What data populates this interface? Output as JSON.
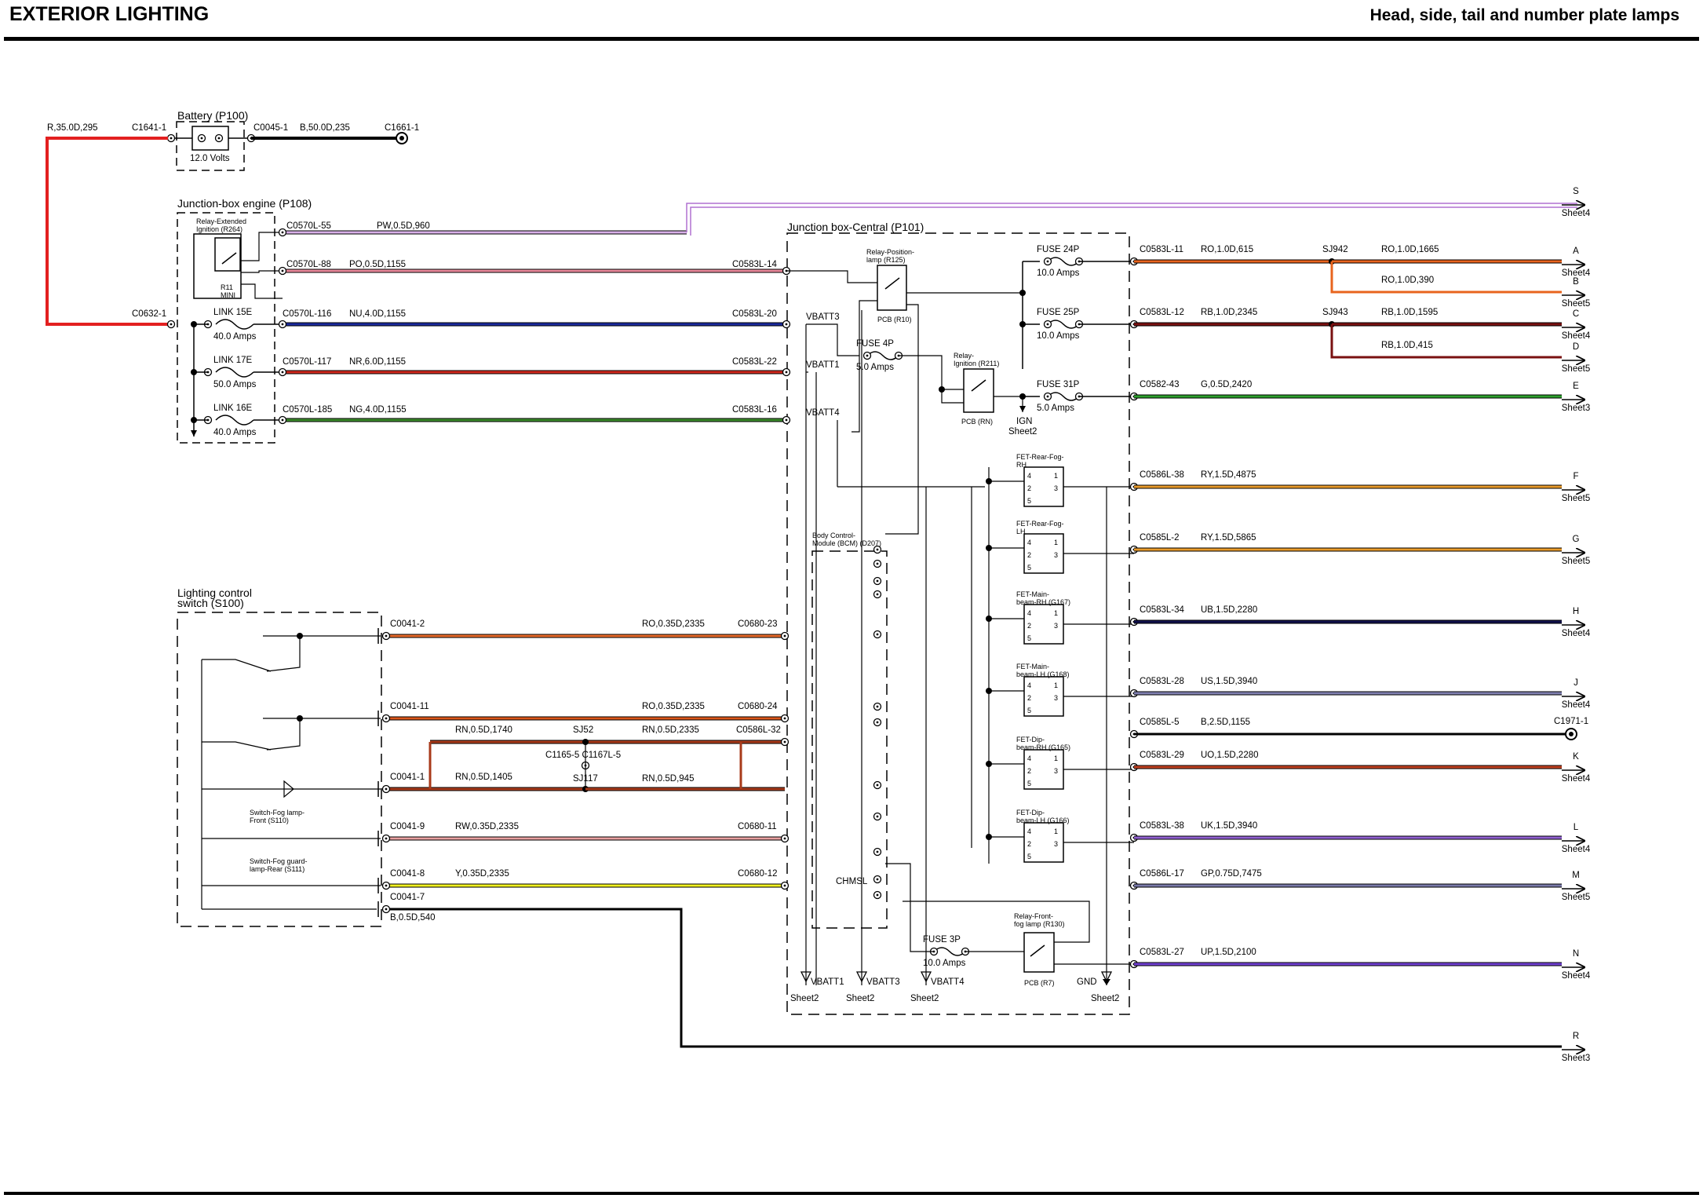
{
  "header": {
    "title": "EXTERIOR LIGHTING",
    "subtitle": "Head, side, tail and number plate lamps"
  },
  "battery": {
    "label": "Battery (P100)",
    "volts": "12.0 Volts",
    "conn_left": "C1641-1",
    "conn_right": "C0045-1",
    "wire_left": "R,35.0D,295",
    "wire_right": "B,50.0D,235",
    "ground": "C1661-1"
  },
  "jbe": {
    "label": "Junction-box engine (P108)",
    "relay": "Relay-Extended\nIgnition (R264)",
    "relay_sub": "R11\nMINI",
    "main_conn": "C0632-1",
    "links": [
      {
        "name": "LINK 15E",
        "amps": "40.0 Amps",
        "conn": "C0570L-116",
        "wire": "NU,4.0D,1155",
        "end": "C0583L-20",
        "vb": "VBATT3"
      },
      {
        "name": "LINK 17E",
        "amps": "50.0 Amps",
        "conn": "C0570L-117",
        "wire": "NR,6.0D,1155",
        "end": "C0583L-22",
        "vb": "VBATT1"
      },
      {
        "name": "LINK 16E",
        "amps": "40.0 Amps",
        "conn": "C0570L-185",
        "wire": "NG,4.0D,1155",
        "end": "C0583L-16",
        "vb": "VBATT4"
      }
    ],
    "c55": "C0570L-55",
    "w55": "PW,0.5D,960",
    "c88": "C0570L-88",
    "w88": "PO,0.5D,1155",
    "e88": "C0583L-14"
  },
  "jbc": {
    "label": "Junction box-Central (P101)",
    "relay_pos": "Relay-Position-\nlamp (R125)",
    "pcb_r10": "PCB (R10)",
    "relay_ign": "Relay-\nIgnition (R211)",
    "pcb_rn": "PCB (RN)",
    "relay_front_fog": "Relay-Front-\nfog lamp (R130)",
    "pcb_r7": "PCB (R7)",
    "fuse24": {
      "name": "FUSE 24P",
      "amps": "10.0 Amps"
    },
    "fuse25": {
      "name": "FUSE 25P",
      "amps": "10.0 Amps"
    },
    "fuse4": {
      "name": "FUSE 4P",
      "amps": "5.0 Amps"
    },
    "fuse31": {
      "name": "FUSE 31P",
      "amps": "5.0 Amps"
    },
    "fuse3": {
      "name": "FUSE 3P",
      "amps": "10.0 Amps"
    },
    "ign": "IGN",
    "ign_sheet": "Sheet2",
    "bcm": "Body Control-\nModule (BCM) (D207)",
    "chmsl": "CHMSL",
    "fets": [
      "FET-Rear-Fog-\nRH",
      "FET-Rear-Fog-\nLH",
      "FET-Main-\nbeam-RH (G167)",
      "FET-Main-\nbeam-LH (G168)",
      "FET-Dip-\nbeam-RH (G165)",
      "FET-Dip-\nbeam-LH (G166)"
    ],
    "bottom": [
      {
        "label": "VBATT1",
        "sheet": "Sheet2"
      },
      {
        "label": "VBATT3",
        "sheet": "Sheet2"
      },
      {
        "label": "VBATT4",
        "sheet": "Sheet2"
      },
      {
        "label": "GND",
        "sheet": "Sheet2"
      }
    ]
  },
  "outputs": [
    {
      "conn": "C0583L-11",
      "wire": "RO,1.0D,615",
      "splice": "SJ942",
      "wire2": "RO,1.0D,1665",
      "letter": "A",
      "sheet": "Sheet4",
      "color": "#e8641e"
    },
    {
      "wire": "RO,1.0D,390",
      "letter": "B",
      "sheet": "Sheet5",
      "color": "#e8641e"
    },
    {
      "conn": "C0583L-12",
      "wire": "RB,1.0D,2345",
      "splice": "SJ943",
      "wire2": "RB,1.0D,1595",
      "letter": "C",
      "sheet": "Sheet4",
      "color": "#7a1010"
    },
    {
      "wire": "RB,1.0D,415",
      "letter": "D",
      "sheet": "Sheet5",
      "color": "#7a1010"
    },
    {
      "conn": "C0582-43",
      "wire": "G,0.5D,2420",
      "letter": "E",
      "sheet": "Sheet3",
      "color": "#2ca02c"
    },
    {
      "conn": "C0586L-38",
      "wire": "RY,1.5D,4875",
      "letter": "F",
      "sheet": "Sheet5",
      "color": "#e89a2a"
    },
    {
      "conn": "C0585L-2",
      "wire": "RY,1.5D,5865",
      "letter": "G",
      "sheet": "Sheet5",
      "color": "#e89a2a"
    },
    {
      "conn": "C0583L-34",
      "wire": "UB,1.5D,2280",
      "letter": "H",
      "sheet": "Sheet4",
      "color": "#10104a"
    },
    {
      "conn": "C0583L-28",
      "wire": "US,1.5D,3940",
      "letter": "J",
      "sheet": "Sheet4",
      "color": "#8080b0"
    },
    {
      "conn": "C0585L-5",
      "wire": "B,2.5D,1155",
      "letter": "C1971-1",
      "sheet": "",
      "color": "#000000"
    },
    {
      "conn": "C0583L-29",
      "wire": "UO,1.5D,2280",
      "letter": "K",
      "sheet": "Sheet4",
      "color": "#c04020"
    },
    {
      "conn": "C0583L-38",
      "wire": "UK,1.5D,3940",
      "letter": "L",
      "sheet": "Sheet4",
      "color": "#9060d0"
    },
    {
      "conn": "C0586L-17",
      "wire": "GP,0.75D,7475",
      "letter": "M",
      "sheet": "Sheet5",
      "color": "#7878a8"
    },
    {
      "conn": "C0583L-27",
      "wire": "UP,1.5D,2100",
      "letter": "N",
      "sheet": "Sheet4",
      "color": "#7040d0"
    },
    {
      "letter": "R",
      "sheet": "Sheet3"
    },
    {
      "letter": "S",
      "sheet": "Sheet4"
    }
  ],
  "lcs": {
    "label": "Lighting control\nswitch (S100)",
    "rows": [
      {
        "conn": "C0041-2",
        "wire": "RO,0.35D,2335",
        "end": "C0680-23"
      },
      {
        "conn": "C0041-11",
        "wire": "RO,0.35D,2335",
        "end": "C0680-24"
      },
      {
        "conn": "C0041-1",
        "wire": "RN,0.5D,1405",
        "end": ""
      },
      {
        "conn": "C0041-9",
        "wire": "RW,0.35D,2335",
        "end": "C0680-11"
      },
      {
        "conn": "C0041-8",
        "wire": "Y,0.35D,2335",
        "end": "C0680-12"
      },
      {
        "conn": "C0041-7",
        "wire": "B,0.5D,540",
        "end": ""
      }
    ],
    "fog_front": "Switch-Fog lamp-\nFront (S110)",
    "fog_rear": "Switch-Fog guard-\nlamp-Rear (S111)",
    "rn_top": "RN,0.5D,1740",
    "sj52": "SJ52",
    "rn_top2": "RN,0.5D,2335",
    "c0586": "C0586L-32",
    "c1165": "C1165-5 C1167L-5",
    "sj117": "SJ117",
    "rn_bot": "RN,0.5D,945"
  }
}
